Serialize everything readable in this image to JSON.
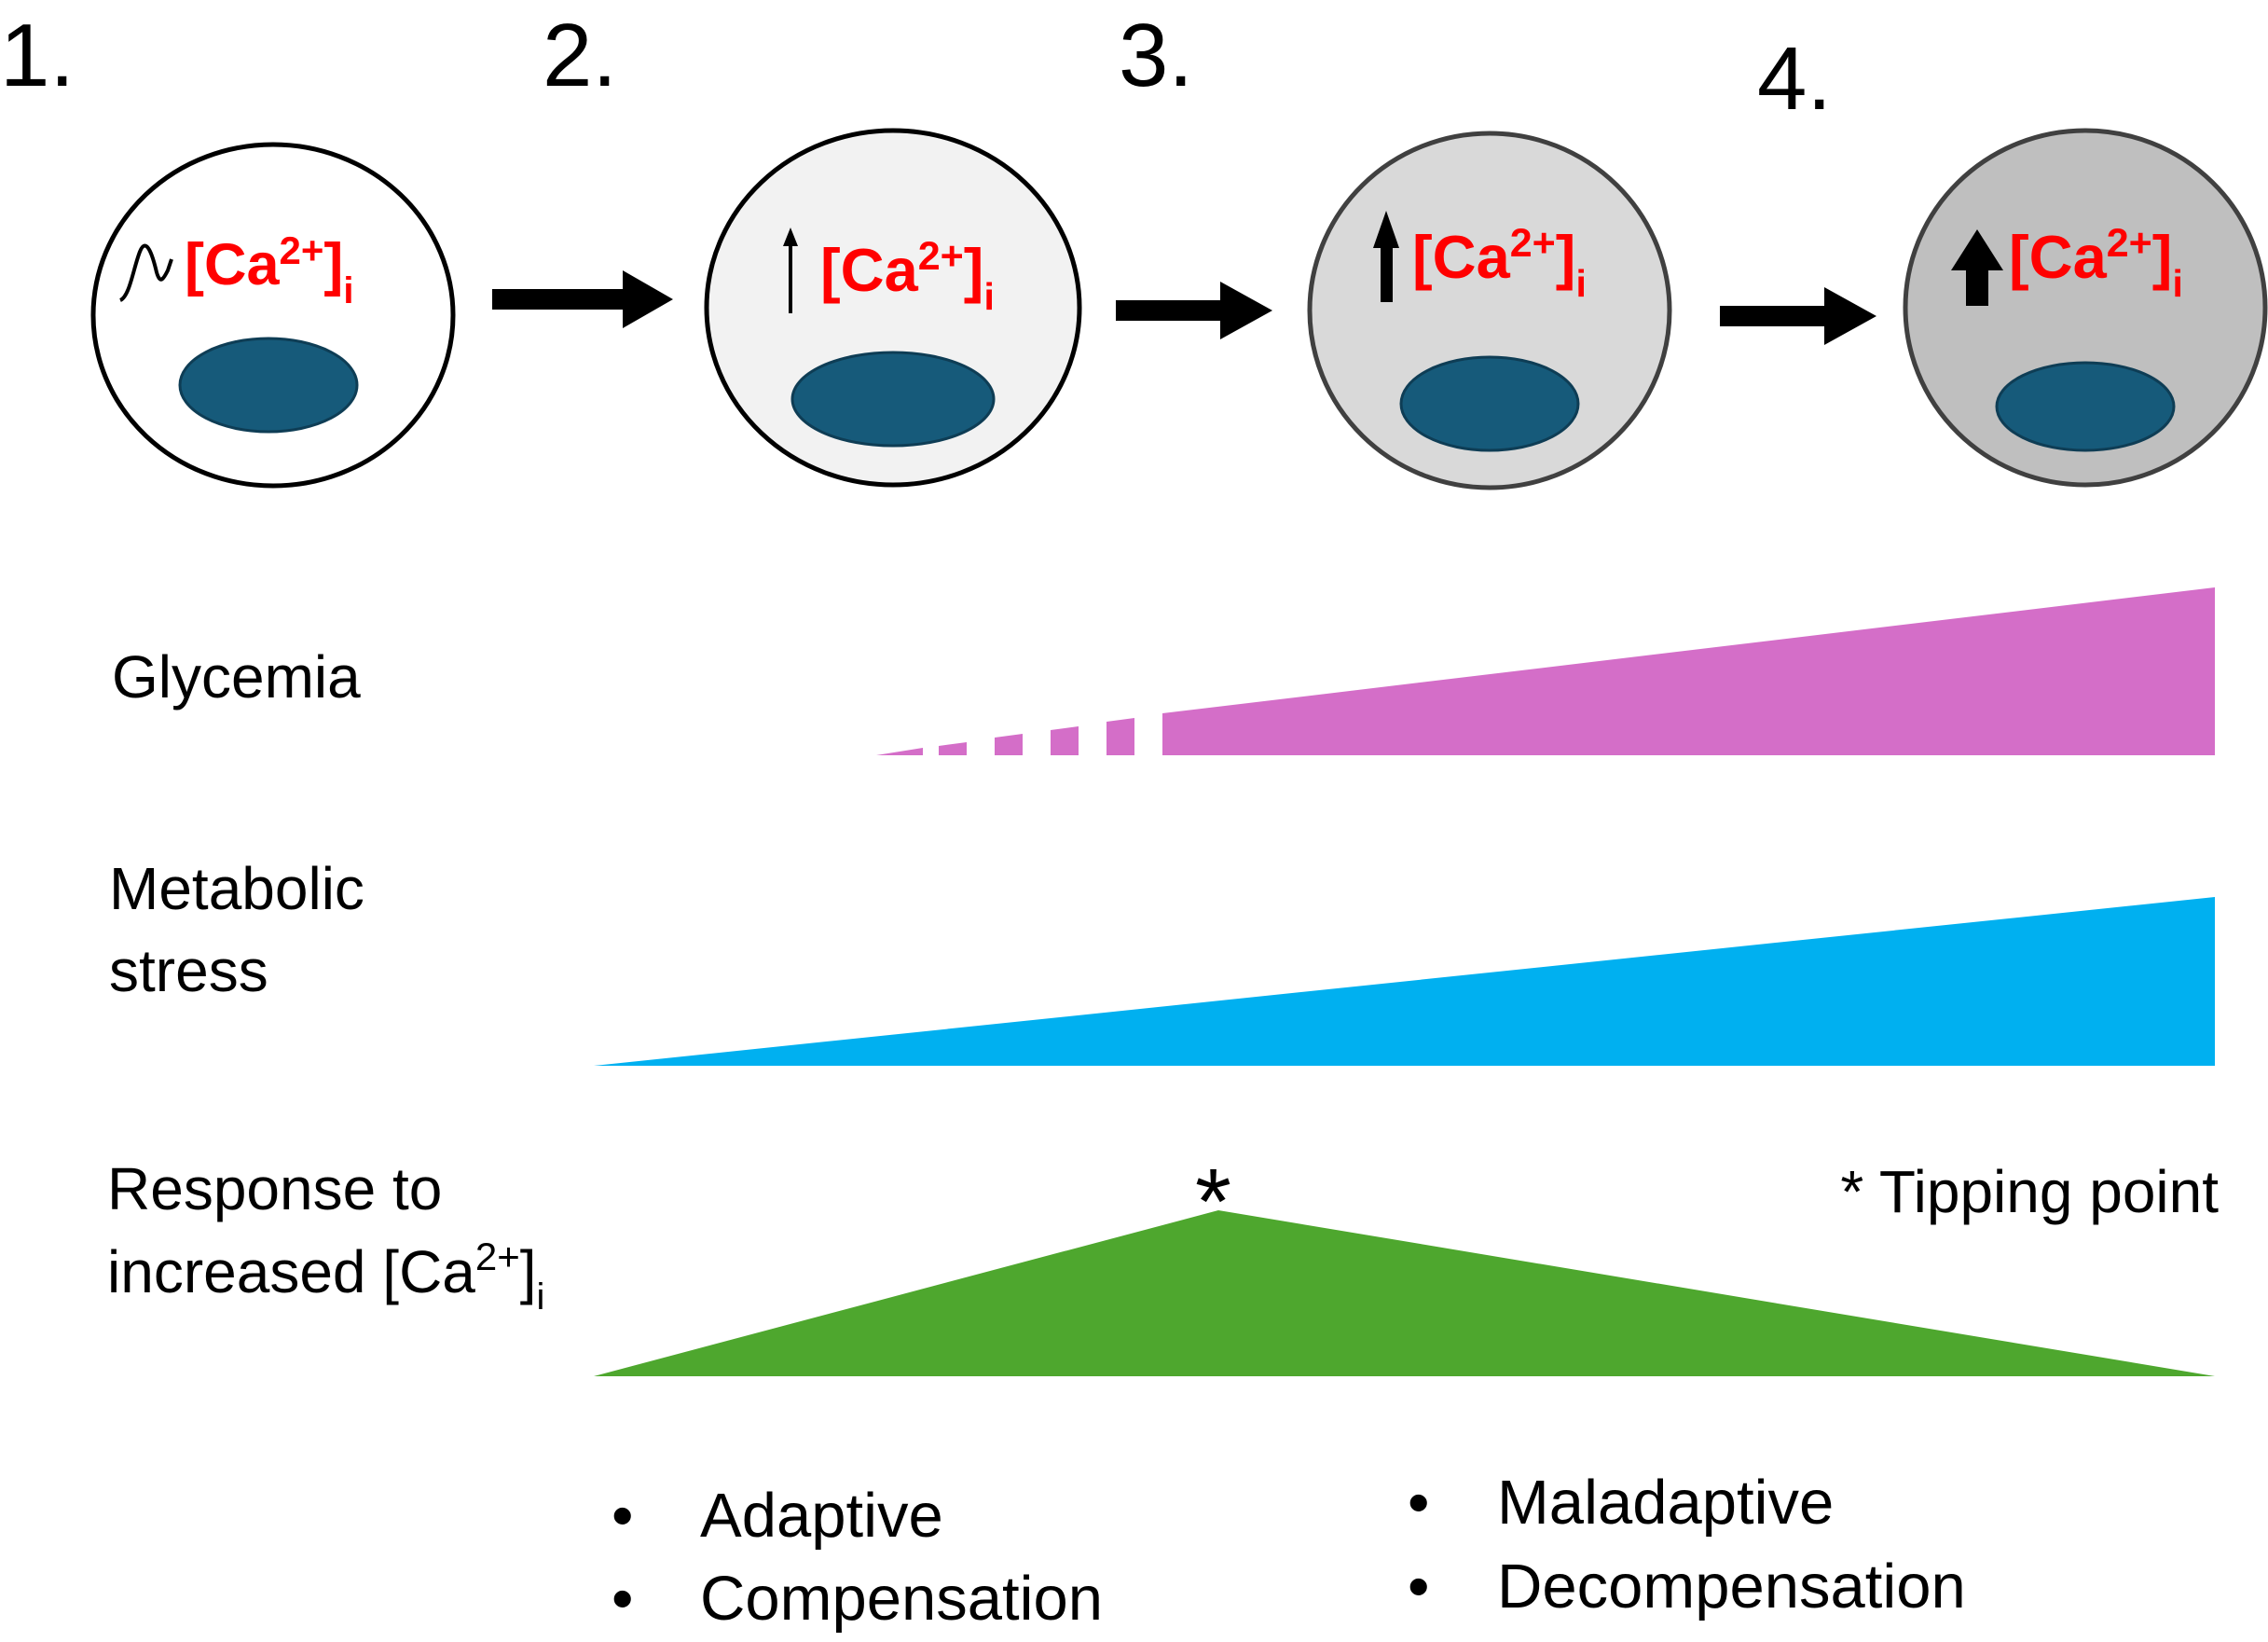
{
  "steps": [
    {
      "number": "1.",
      "indicator": "oscillation-icon"
    },
    {
      "number": "2.",
      "indicator": "small-up-arrow-icon"
    },
    {
      "number": "3.",
      "indicator": "medium-up-arrow-icon"
    },
    {
      "number": "4.",
      "indicator": "large-up-arrow-icon"
    }
  ],
  "calcium": {
    "open": "[Ca",
    "sup": "2+",
    "close": "]",
    "sub": "i"
  },
  "rows": {
    "glycemia": "Glycemia",
    "metabolic_line1": "Metabolic",
    "metabolic_line2": "stress",
    "response_line1": "Response to",
    "response_line2_prefix": "increased [Ca",
    "response_sup": "2+",
    "response_close": "]",
    "response_sub": "i"
  },
  "tipping": {
    "marker": "*",
    "legend": "* Tipping point"
  },
  "outcomes": {
    "left": [
      "Adaptive",
      "Compensation"
    ],
    "right": [
      "Maladaptive",
      "Decompensation"
    ],
    "bullet": "•"
  },
  "colors": {
    "glycemia": "#d46ec8",
    "metabolic": "#00b0f0",
    "response": "#4ea72e",
    "nucleus": "#165a7a",
    "calcium_text": "#ff0000",
    "cell_fills": [
      "#ffffff",
      "#f2f2f2",
      "#d9d9d9",
      "#bfbfbf"
    ]
  }
}
